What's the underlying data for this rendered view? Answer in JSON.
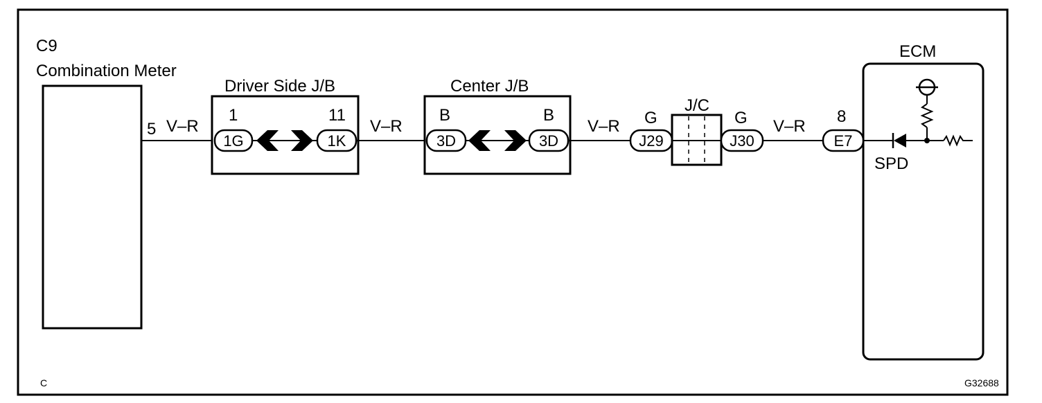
{
  "diagram": {
    "corner_letter": "C",
    "figure_code": "G32688",
    "combination_meter": {
      "code": "C9",
      "name": "Combination Meter",
      "pin": "5",
      "wire": "V–R"
    },
    "driver_side_jb": {
      "name": "Driver Side J/B",
      "left_pin": "1",
      "left_connector": "1G",
      "right_pin": "11",
      "right_connector": "1K",
      "wire_out": "V–R"
    },
    "center_jb": {
      "name": "Center J/B",
      "left_pin": "B",
      "left_connector": "3D",
      "right_pin": "B",
      "right_connector": "3D",
      "wire_out": "V–R"
    },
    "junction_connector": {
      "name": "J/C",
      "left_pin": "G",
      "left_connector": "J29",
      "right_pin": "G",
      "right_connector": "J30",
      "wire_out": "V–R"
    },
    "ecm": {
      "name": "ECM",
      "pin": "8",
      "connector": "E7",
      "input_label": "SPD"
    }
  }
}
